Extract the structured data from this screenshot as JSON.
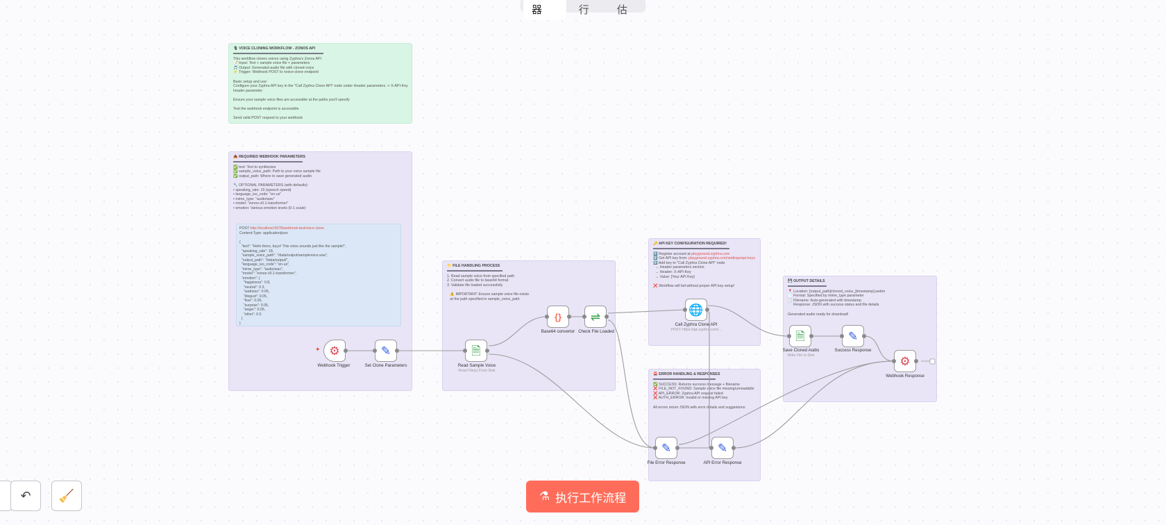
{
  "tabs": [
    {
      "label": "编辑器",
      "active": true
    },
    {
      "label": "执行",
      "active": false
    },
    {
      "label": "评估",
      "active": false
    }
  ],
  "stickies": {
    "intro": {
      "title": "🎙 VOICE CLONING WORKFLOW - ZONOS API",
      "lines": [
        "This workflow clones voices using Zyphra's Zonos API",
        "📝 Input: Text + sample voice file + parameters",
        "🎵 Output: Generated audio file with cloned voice",
        "⚡ Trigger: Webhook POST to /voice-clone endpoint",
        "",
        "Basic setup and use:",
        "Configure your Zyphra API key in the \"Call Zyphra Clone API\" node under Header parameters -> X-API-Key",
        "header parameter",
        "",
        "Ensure your sample voice files are accessible at the paths you'll specify",
        "",
        "Test the webhook endpoint is accessible",
        "",
        "Send valid POST request to your webhook"
      ]
    },
    "params": {
      "title": "📥 REQUIRED WEBHOOK PARAMETERS",
      "lines": [
        "✅ text: Text to synthesize",
        "✅ sample_voice_path: Path to your voice sample file",
        "✅ output_path: Where to save generated audio",
        "",
        "🔧 OPTIONAL PARAMETERS (with defaults):",
        "• speaking_rate: 15 (speech speed)",
        "• language_iso_code: \"en-us\"",
        "• mime_type: \"audio/wav\"",
        "• model: \"zonos-v0.1-transformer\"",
        "• emotion: Various emotion levels (0-1 scale)"
      ],
      "code_prefix": "POST ",
      "code_url": "http://localhost:5678/webhook-test/voice-clone",
      "code_lines": [
        "Content-Type: application/json",
        "",
        "{",
        "  \"text\": \"Hello there, buyo! This voice sounds just like the sample!\",",
        "  \"speaking_rate\": 18,",
        "  \"sample_voice_path\": \"/data/output/samplevoice.wav\",",
        "  \"output_path\": \"/data/output/\",",
        "  \"language_iso_code\": \"en-us\",",
        "  \"mime_type\": \"audio/wav\",",
        "  \"model\": \"zonos-v0.1-transformer\",",
        "  \"emotion\": {",
        "    \"happiness\": 0.8,",
        "    \"neutral\": 0.3,",
        "    \"sadness\": 0.05,",
        "    \"disgust\": 0.05,",
        "    \"fear\": 0.05,",
        "    \"surprise\": 0.05,",
        "    \"anger\": 0.05,",
        "    \"other\": 0.5",
        "  }",
        "}"
      ]
    },
    "file": {
      "title": "📁 FILE HANDLING PROCESS",
      "lines": [
        "1. Read sample voice from specified path",
        "2. Convert audio file to base64 format",
        "3. Validate file loaded successfully",
        "",
        "   ⚠️ IMPORTANT: Ensure sample voice file exists",
        "   at the path specified in sample_voice_path"
      ]
    },
    "apikey": {
      "title": "🔑 API KEY CONFIGURATION REQUIRED!",
      "line1_prefix": "1️⃣ Register account at ",
      "line1_link": "playground.zyphra.com",
      "line2_prefix": "2️⃣ Get API key from: ",
      "line2_link": "playground.zyphra.com/settings/api-keys",
      "lines": [
        "3️⃣ Add key to \"Call Zyphra Clone API\" node",
        "  → Header parameters section",
        "  → Header: X-API-Key",
        "  → Value: [Your API Key]",
        "",
        "❌ Workflow will fail without proper API key setup!"
      ]
    },
    "error": {
      "title": "🚨 ERROR HANDLING & RESPONSES",
      "lines": [
        "✅ SUCCESS: Returns success message + filename",
        "❌ FILE_NOT_FOUND: Sample voice file missing/unreadable",
        "❌ API_ERROR: Zyphra API request failed",
        "❌ AUTH_ERROR: Invalid or missing API key",
        "",
        "All errors return JSON with error details and suggestions"
      ]
    },
    "output": {
      "title": "💾 OUTPUT DETAILS",
      "lines": [
        "📍 Location: [output_path]/cloned_voice_[timestamp].webm",
        "📄 Format: Specified by mime_type parameter",
        "🕐 Filename: Auto-generated with timestamp",
        "📨 Response: JSON with success status and file details",
        "",
        "Generated audio ready for download!"
      ]
    }
  },
  "nodes": {
    "webhook_trigger": {
      "label": "Webhook Trigger",
      "icon": "webhook-icon",
      "glyph": "⚙",
      "color": "#dd4b55"
    },
    "set_clone_params": {
      "label": "Set Clone Parameters",
      "icon": "pencil-icon",
      "glyph": "✎",
      "color": "#2f5de0"
    },
    "read_sample_voice": {
      "label": "Read Sample Voice",
      "sub": "Read File(s) From Disk",
      "icon": "file-icon",
      "glyph": "🗎",
      "color": "#2f9e44"
    },
    "base64_convertor": {
      "label": "Base64 convertor",
      "icon": "code-braces-icon",
      "glyph": "{}",
      "color": "#ff6d5a"
    },
    "check_file_loaded": {
      "label": "Check File Loaded",
      "icon": "signpost-icon",
      "glyph": "⇌",
      "color": "#2f9e44"
    },
    "call_zyphra_api": {
      "label": "Call Zyphra Clone API",
      "sub": "POST: https://api.zyphra.com/...",
      "icon": "globe-icon",
      "glyph": "🌐",
      "color": "#2f5de0"
    },
    "save_cloned_audio": {
      "label": "Save Cloned Audio",
      "sub": "Write File to Disk",
      "icon": "file-icon",
      "glyph": "🗎",
      "color": "#2f9e44"
    },
    "success_response": {
      "label": "Success Response",
      "icon": "pencil-icon",
      "glyph": "✎",
      "color": "#2f5de0"
    },
    "webhook_response": {
      "label": "Webhook Response",
      "icon": "webhook-icon",
      "glyph": "⚙",
      "color": "#dd4b55"
    },
    "file_error_response": {
      "label": "File Error Response",
      "icon": "pencil-icon",
      "glyph": "✎",
      "color": "#2f5de0"
    },
    "api_error_response": {
      "label": "API Error Response",
      "icon": "pencil-icon",
      "glyph": "✎",
      "color": "#2f5de0"
    }
  },
  "run_button": {
    "label": "执行工作流程",
    "icon": "flask-icon",
    "glyph": "⚗",
    "color": "#ff6d5a"
  },
  "controls": {
    "undo": {
      "icon": "undo-icon",
      "glyph": "↶"
    },
    "clear": {
      "icon": "broom-icon",
      "glyph": "🧹"
    }
  }
}
